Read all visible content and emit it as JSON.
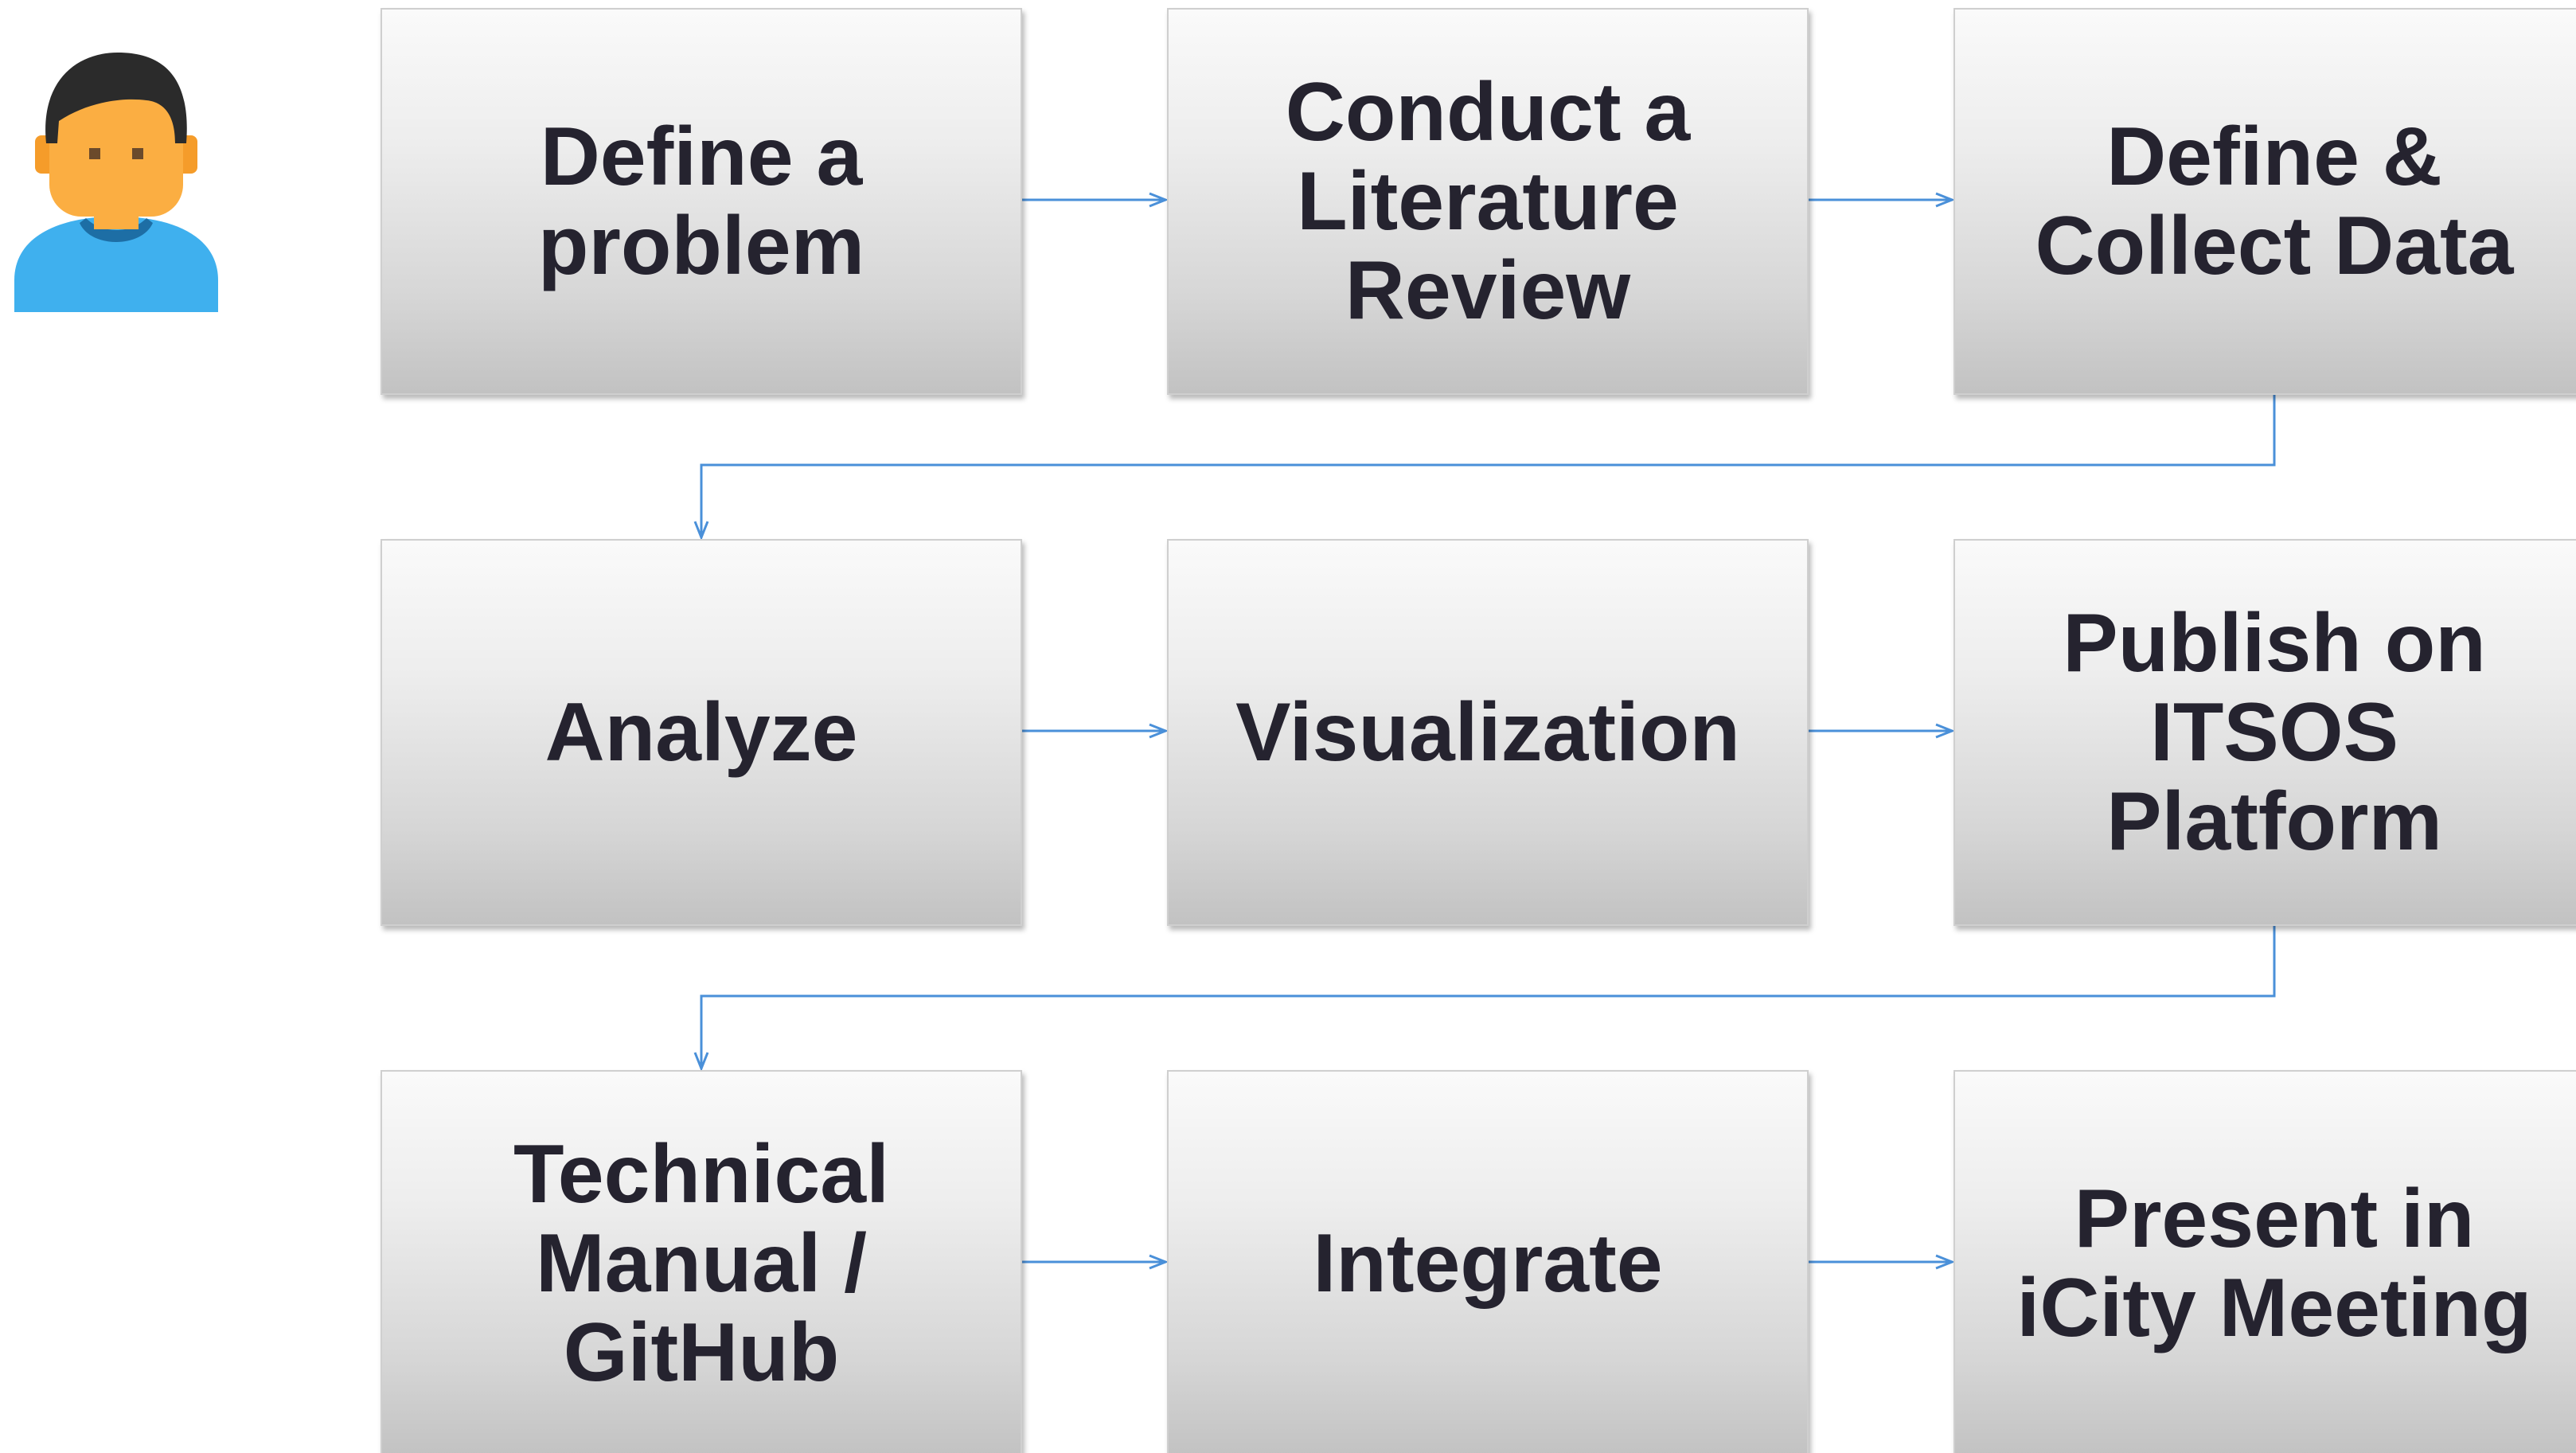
{
  "steps": [
    {
      "label": "Define a\nproblem"
    },
    {
      "label": "Conduct a\nLiterature\nReview"
    },
    {
      "label": "Define &\nCollect Data"
    },
    {
      "label": "Analyze"
    },
    {
      "label": "Visualization"
    },
    {
      "label": "Publish on\nITSOS\nPlatform"
    },
    {
      "label": "Technical\nManual /\nGitHub"
    },
    {
      "label": "Integrate"
    },
    {
      "label": "Present in\niCity Meeting"
    }
  ],
  "icons": {
    "avatar": "person-icon"
  },
  "colors": {
    "connector": "#4a90d9",
    "text": "#25232f",
    "avatar_shirt": "#3fb0ee",
    "avatar_skin": "#fbae42",
    "avatar_hair": "#2b2b2b"
  }
}
